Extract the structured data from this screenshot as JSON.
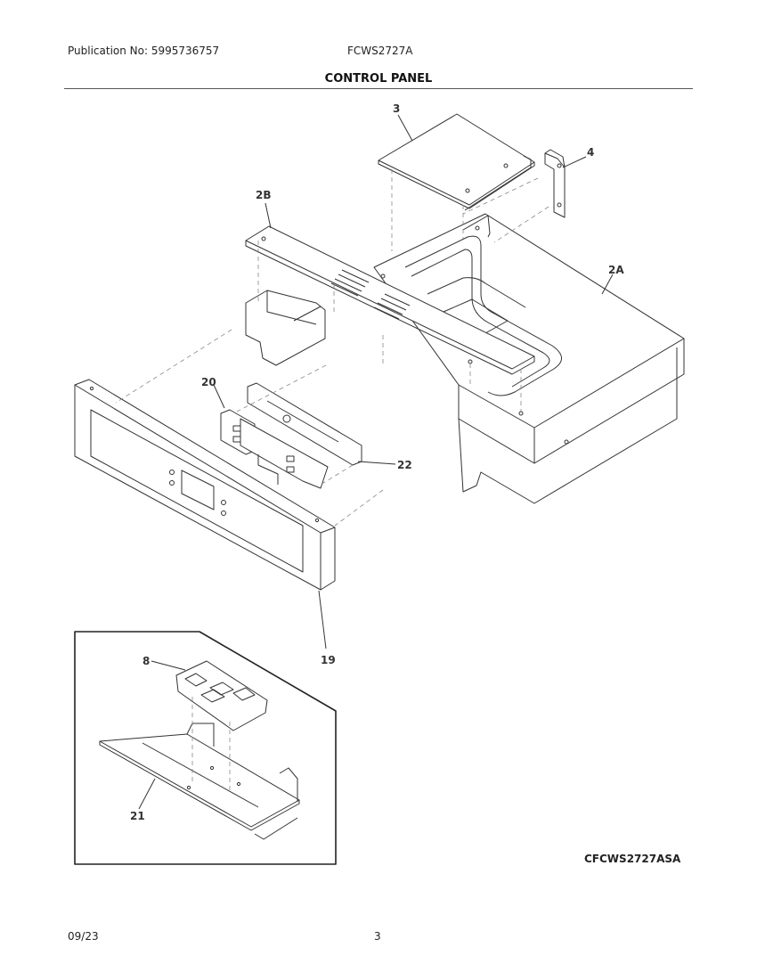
{
  "header": {
    "publication": "Publication No: 5995736757",
    "model": "FCWS2727A",
    "section_title": "CONTROL PANEL"
  },
  "callouts": [
    "3",
    "4",
    "2B",
    "2A",
    "20",
    "22",
    "19",
    "8",
    "21"
  ],
  "figure_code": "CFCWS2727ASA",
  "footer": {
    "date": "09/23",
    "page": "3"
  }
}
